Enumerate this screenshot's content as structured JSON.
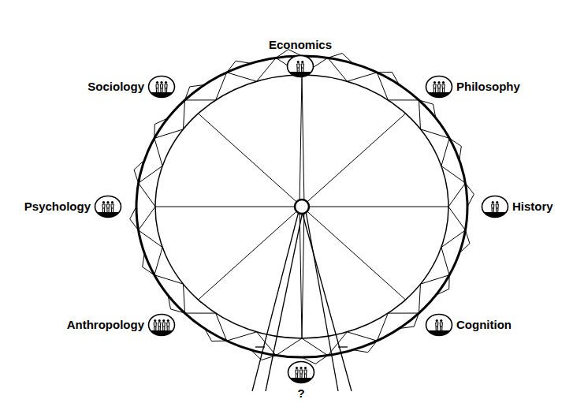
{
  "diagram": {
    "nodes": [
      {
        "text": [
          "Economics"
        ]
      },
      {
        "text": [
          "Sociology"
        ]
      },
      {
        "text": [
          "Philosophy"
        ]
      },
      {
        "text": [
          "Psychology"
        ]
      },
      {
        "text": [
          "History"
        ]
      },
      {
        "text": [
          "Anthropology"
        ]
      },
      {
        "text": [
          "Cognition"
        ]
      },
      {
        "text": [
          "?"
        ]
      }
    ]
  }
}
